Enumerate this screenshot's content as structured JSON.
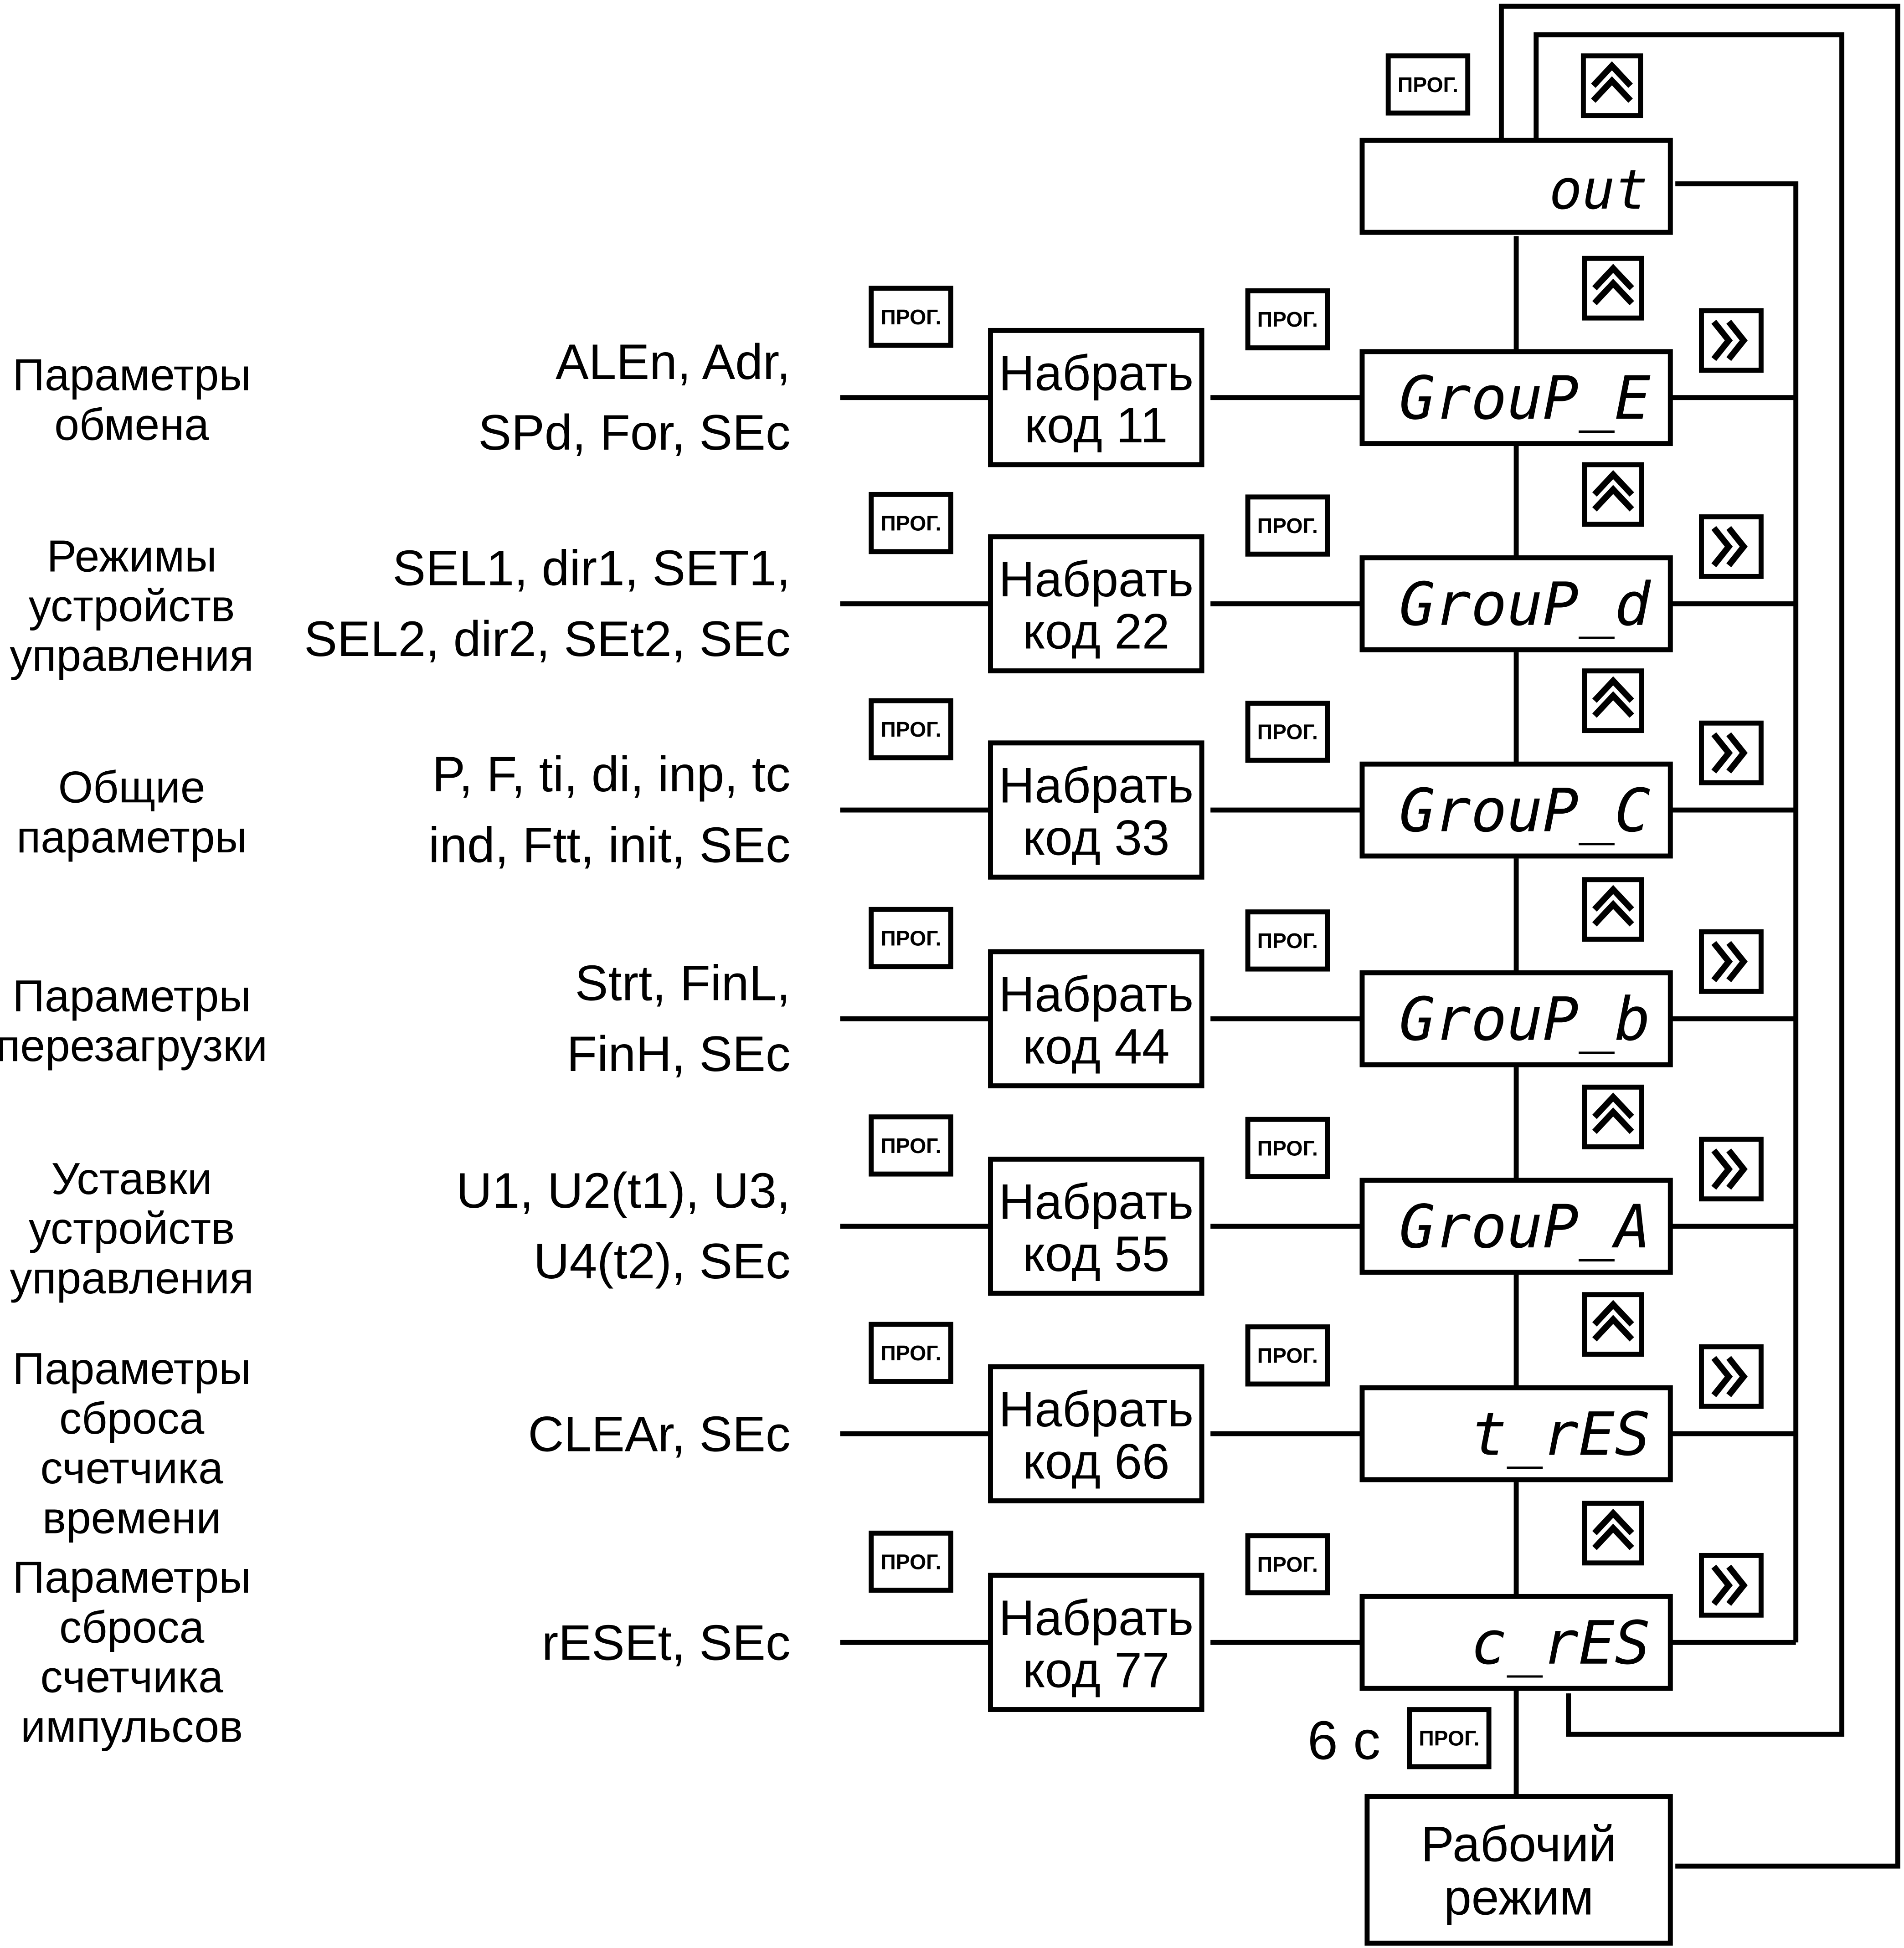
{
  "prog_key_label": "ПРОГ.",
  "top_display": "out",
  "work_mode": [
    "Рабочий",
    "режим"
  ],
  "hold_time": "6 с",
  "rows": [
    {
      "display": "GrouP_E",
      "code": [
        "Набрать",
        "код 11"
      ],
      "params": [
        "ALEn, Adr,",
        "SPd, For, SEc"
      ],
      "desc": [
        "Параметры",
        "обмена"
      ]
    },
    {
      "display": "GrouP_d",
      "code": [
        "Набрать",
        "код 22"
      ],
      "params": [
        "SEL1, dir1, SET1,",
        "SEL2, dir2, SEt2, SEc"
      ],
      "desc": [
        "Режимы",
        "устройств",
        "управления"
      ]
    },
    {
      "display": "GrouP_C",
      "code": [
        "Набрать",
        "код 33"
      ],
      "params": [
        "P, F, ti, di, inp, tc",
        "ind, Ftt, init, SEc"
      ],
      "desc": [
        "Общие",
        "параметры"
      ]
    },
    {
      "display": "GrouP_b",
      "code": [
        "Набрать",
        "код 44"
      ],
      "params": [
        "Strt, FinL,",
        "FinH, SEc"
      ],
      "desc": [
        "Параметры",
        "перезагрузки"
      ]
    },
    {
      "display": "GrouP_A",
      "code": [
        "Набрать",
        "код 55"
      ],
      "params": [
        "U1, U2(t1), U3,",
        "U4(t2), SEc"
      ],
      "desc": [
        "Уставки",
        "устройств",
        "управления"
      ]
    },
    {
      "display": "t_rES",
      "code": [
        "Набрать",
        "код 66"
      ],
      "params": [
        "CLEAr, SEc"
      ],
      "desc": [
        "Параметры",
        "сброса",
        "счетчика",
        "времени"
      ]
    },
    {
      "display": "c_rES",
      "code": [
        "Набрать",
        "код 77"
      ],
      "params": [
        "rESEt, SEc"
      ],
      "desc": [
        "Параметры",
        "сброса",
        "счетчика",
        "импульсов"
      ]
    }
  ],
  "icons": {
    "up": "double-chevron-up-icon",
    "right": "double-chevron-right-icon",
    "prog": "prog-key-icon"
  }
}
